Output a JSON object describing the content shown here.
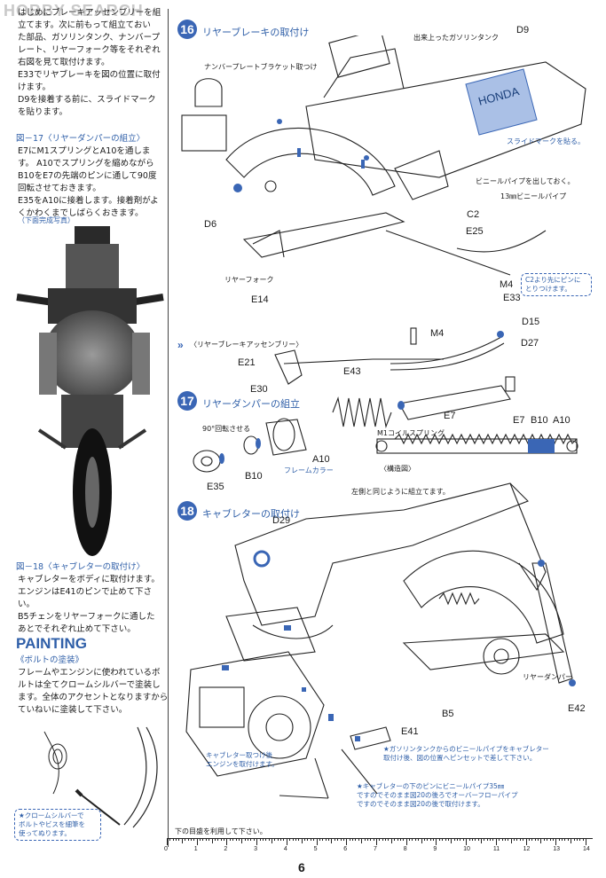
{
  "watermark": "HOBBY SEARCH",
  "left": {
    "intro_text": "はじめにブレーキアッセンブリーを組\n立てます。次に前もって組立ておい\nた部品、ガソリンタンク、ナンバープ\nレート、リヤーフォーク等をそれぞれ\n右図を見て取付けます。\nE33でリヤブレーキを図の位置に取付\nけます。\nD9を接着する前に、スライドマーク\nを貼ります。",
    "fig17_title": "図－17〈リヤーダンパーの組立〉",
    "fig17_text": "E7にM1スプリングとA10を通しま\nす。 A10でスプリングを縮めながら\nB10をE7の先端のピンに通して90度\n回転させておきます。\nE35をA10に接着します。接着剤がよ\nくかわくまでしばらくおきます。",
    "photo_caption": "（下面完成写真）",
    "fig18_title": "図－18〈キャブレターの取付け〉",
    "fig18_text": "キャブレターをボディに取付けます。\nエンジンはE41のピンで止めて下さい。\nB5チェンをリヤーフォークに通した\nあとでそれぞれ止めて下さい。",
    "painting_title": "PAINTING",
    "painting_sub": "《ボルトの塗装》",
    "painting_text": "フレームやエンジンに使われているボ\nルトは全てクロームシルバーで塗装し\nます。全体のアクセントとなりますから\nていねいに塗装して下さい。",
    "chrome_note": "★クロームシルバーで\nボルトやビスを細筆を\n使ってぬります。"
  },
  "step16": {
    "number": "16",
    "title": "リヤーブレーキの取付け",
    "labels": {
      "gas_tank": "出来上ったガソリンタンク",
      "d9": "D9",
      "plate_bracket": "ナンバープレートブラケット取つけ",
      "slide_mark": "スライドマークを貼る。",
      "vinyl_out": "ビニールパイプを出しておく。",
      "vinyl_13": "13㎜ビニールパイプ",
      "c2": "C2",
      "e25": "E25",
      "d6": "D6",
      "rear_fork": "リヤーフォーク",
      "m4": "M4",
      "c2_note": "C2より先にピンに\nとりつけます。",
      "e14": "E14",
      "e33": "E33"
    }
  },
  "brake_assy": {
    "title": "〈リヤーブレーキアッセンブリー〉",
    "labels": {
      "m4": "M4",
      "d15": "D15",
      "d27": "D27",
      "e21": "E21",
      "e43": "E43",
      "e30": "E30"
    }
  },
  "step17": {
    "number": "17",
    "title": "リヤーダンパーの組立",
    "labels": {
      "rotate": "90°回転させる",
      "e7": "E7",
      "m1_spring": "M1コイルスプリング",
      "e7b": "E7",
      "b10b": "B10",
      "a10b": "A10",
      "b10": "B10",
      "a10": "A10",
      "frame_color": "フレームカラー",
      "e35": "E35",
      "section": "〈構造図〉"
    }
  },
  "step18": {
    "number": "18",
    "title": "キャブレターの取付け",
    "labels": {
      "same_left": "左側と同じように組立てます。",
      "d29": "D29",
      "rear_damper": "リヤーダンパー",
      "e42": "E42",
      "b5": "B5",
      "e41": "E41",
      "carb_note": "キャブレター取つけ後\nエンジンを取付けます。",
      "vinyl_note1": "★ガソリンタンクからのビニールパイプをキャブレター\n取付け後、図の位置へピンセットで差して下さい。",
      "vinyl_note2": "★キャブレターの下のピンにビニールパイプ35㎜\nですのでそのまま図20の後ろでオーバーフローパイプ\nですのでそのまま図20の後で取付けます。"
    }
  },
  "ruler": {
    "caption": "下の目盛を利用して下さい。",
    "ticks": [
      "0",
      "1",
      "2",
      "3",
      "4",
      "5",
      "6",
      "7",
      "8",
      "9",
      "10",
      "11",
      "12",
      "13",
      "14"
    ]
  },
  "page_number": "6",
  "colors": {
    "accent": "#3a66b5",
    "text": "#1a1a1a"
  }
}
